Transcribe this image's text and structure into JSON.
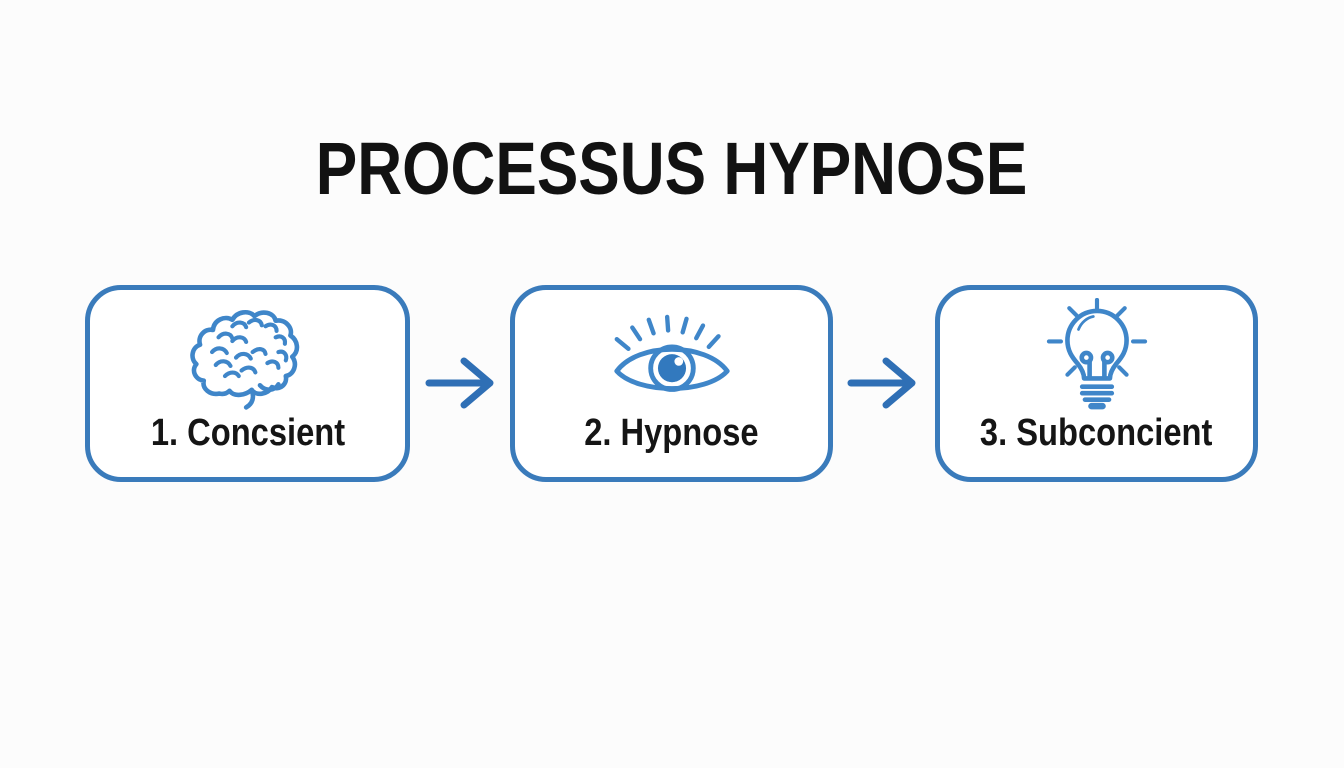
{
  "title": "PROCESSUS HYPNOSE",
  "steps": [
    {
      "label": "1. Concsient",
      "icon": "brain-icon"
    },
    {
      "label": "2. Hypnose",
      "icon": "eye-icon"
    },
    {
      "label": "3. Subconcient",
      "icon": "lightbulb-icon"
    }
  ],
  "connectors": [
    {
      "icon": "arrow-right-icon"
    },
    {
      "icon": "arrow-right-icon"
    }
  ],
  "colors": {
    "box_border": "#3a7bbb",
    "icon_stroke": "#3f86c9",
    "arrow": "#2f6fb5",
    "title_text": "#121212",
    "label_text": "#151515",
    "background": "#fcfcfc"
  }
}
